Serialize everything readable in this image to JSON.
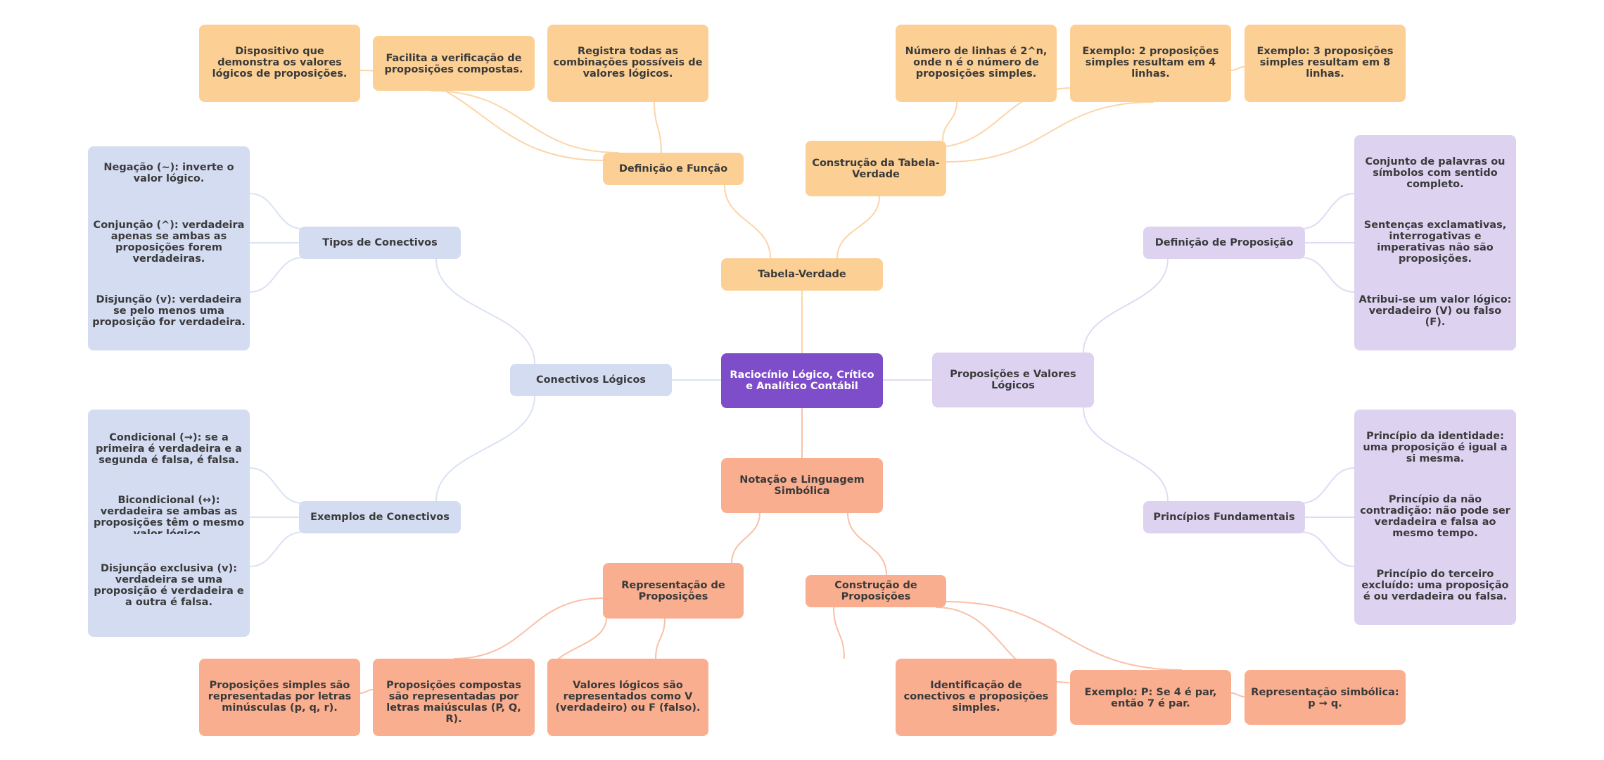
{
  "colors": {
    "root": "#7e4dca",
    "tabela": "#fcd094",
    "tabela_edge": "#fcd5a8",
    "conectivos": "#d4dcf2",
    "conectivos_edge": "#dbe2f4",
    "proposicoes": "#ddd3f1",
    "proposicoes_edge": "#e2daf4",
    "notacao": "#f9ae8f",
    "notacao_edge": "#f9c0a8"
  },
  "root": {
    "label": "Raciocínio Lógico, Crítico e Analítico Contábil"
  },
  "branches": {
    "tabela": {
      "label": "Tabela-Verdade",
      "children": [
        {
          "label": "Definição e Função",
          "leaves": [
            "Dispositivo que demonstra os valores lógicos de proposições.",
            "Facilita a verificação de proposições compostas.",
            "Registra todas as combinações possíveis de valores lógicos."
          ]
        },
        {
          "label": "Construção da Tabela-Verdade",
          "leaves": [
            "Número de linhas é 2^n, onde n é o número de proposições simples.",
            "Exemplo: 2 proposições simples resultam em 4 linhas.",
            "Exemplo: 3 proposições simples resultam em 8 linhas."
          ]
        }
      ]
    },
    "conectivos": {
      "label": "Conectivos Lógicos",
      "children": [
        {
          "label": "Tipos de Conectivos",
          "leaves": [
            "Negação (~): inverte o valor lógico.",
            "Conjunção (^): verdadeira apenas se ambas as proposições forem verdadeiras.",
            "Disjunção (v): verdadeira se pelo menos uma proposição for verdadeira."
          ]
        },
        {
          "label": "Exemplos de Conectivos",
          "leaves": [
            "Condicional (→): se a primeira é verdadeira e a segunda é falsa, é falsa.",
            "Bicondicional (↔): verdadeira se ambas as proposições têm o mesmo valor lógico.",
            "Disjunção exclusiva (v): verdadeira se uma proposição é verdadeira e a outra é falsa."
          ]
        }
      ]
    },
    "proposicoes": {
      "label": "Proposições e Valores Lógicos",
      "children": [
        {
          "label": "Definição de Proposição",
          "leaves": [
            "Conjunto de palavras ou símbolos com sentido completo.",
            "Sentenças exclamativas, interrogativas e imperativas não são proposições.",
            "Atribui-se um valor lógico: verdadeiro (V) ou falso (F)."
          ]
        },
        {
          "label": "Princípios Fundamentais",
          "leaves": [
            "Princípio da identidade: uma proposição é igual a si mesma.",
            "Princípio da não contradição: não pode ser verdadeira e falsa ao mesmo tempo.",
            "Princípio do terceiro excluído: uma proposição é ou verdadeira ou falsa."
          ]
        }
      ]
    },
    "notacao": {
      "label": "Notação e Linguagem Simbólica",
      "children": [
        {
          "label": "Representação de Proposições",
          "leaves": [
            "Proposições simples são representadas por letras minúsculas (p, q, r).",
            "Proposições compostas são representadas por letras maiúsculas (P, Q, R).",
            "Valores lógicos são representados como V (verdadeiro) ou F (falso)."
          ]
        },
        {
          "label": "Construção de Proposições",
          "leaves": [
            "Identificação de conectivos e proposições simples.",
            "Exemplo: P: Se 4 é par, então 7 é par.",
            "Representação simbólica: p → q."
          ]
        }
      ]
    }
  }
}
